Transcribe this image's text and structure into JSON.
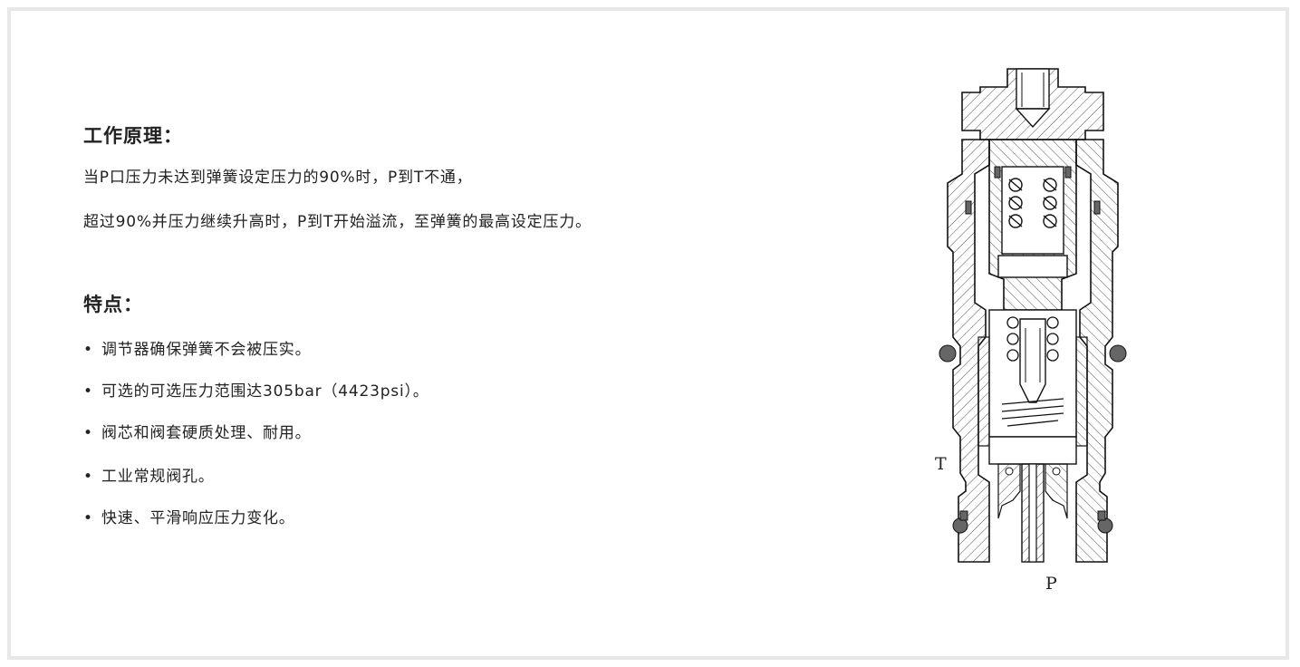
{
  "principle": {
    "heading": "工作原理：",
    "line1": "当P口压力未达到弹簧设定压力的90%时，P到T不通，",
    "line2": "超过90%并压力继续升高时，P到T开始溢流，至弹簧的最高设定压力。"
  },
  "features": {
    "heading": "特点：",
    "bullet_symbol": "•",
    "items": [
      "调节器确保弹簧不会被压实。",
      "可选的可选压力范围达305bar（4423psi）。",
      "阀芯和阀套硬质处理、耐用。",
      "工业常规阀孔。",
      "快速、平滑响应压力变化。"
    ]
  },
  "diagram": {
    "port_t": "T",
    "port_p": "P"
  }
}
